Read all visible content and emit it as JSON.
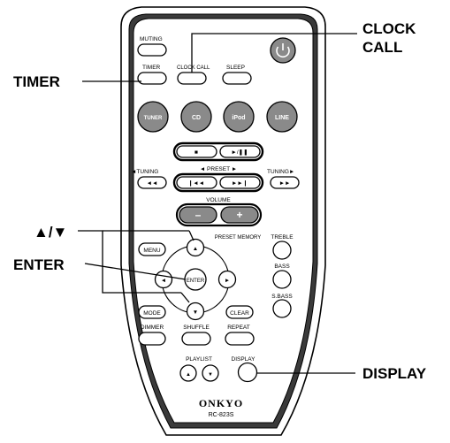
{
  "callouts": {
    "clock_call": [
      "CLOCK",
      "CALL"
    ],
    "timer": "TIMER",
    "up_down": "▲/▼",
    "enter": "ENTER",
    "display": "DISPLAY"
  },
  "remote": {
    "muting": "MUTING",
    "timer": "TIMER",
    "clock_call": "CLOCK CALL",
    "sleep": "SLEEP",
    "tuner": "TUNER",
    "cd": "CD",
    "ipod": "iPod",
    "line": "LINE",
    "stop": "■",
    "play_pause": "►/❚❚",
    "tuning_left": "◄TUNING",
    "tuning_right": "TUNING►",
    "preset": "◄ PRESET ►",
    "rew": "◄◄",
    "ff": "►►",
    "prev": "❙◄◄",
    "next": "►►❙",
    "volume": "VOLUME",
    "vol_minus": "–",
    "vol_plus": "+",
    "preset_memory": "PRESET MEMORY",
    "treble": "TREBLE",
    "bass": "BASS",
    "sbass": "S.BASS",
    "menu": "MENU",
    "up": "▲",
    "down": "▼",
    "left": "◄",
    "right": "►",
    "enter": "ENTER",
    "mode": "MODE",
    "clear": "CLEAR",
    "dimmer": "DIMMER",
    "shuffle": "SHUFFLE",
    "repeat": "REPEAT",
    "playlist": "PLAYLIST",
    "display": "DISPLAY",
    "pl_up": "▲",
    "pl_down": "▼",
    "brand": "ONKYO",
    "model": "RC-823S"
  }
}
